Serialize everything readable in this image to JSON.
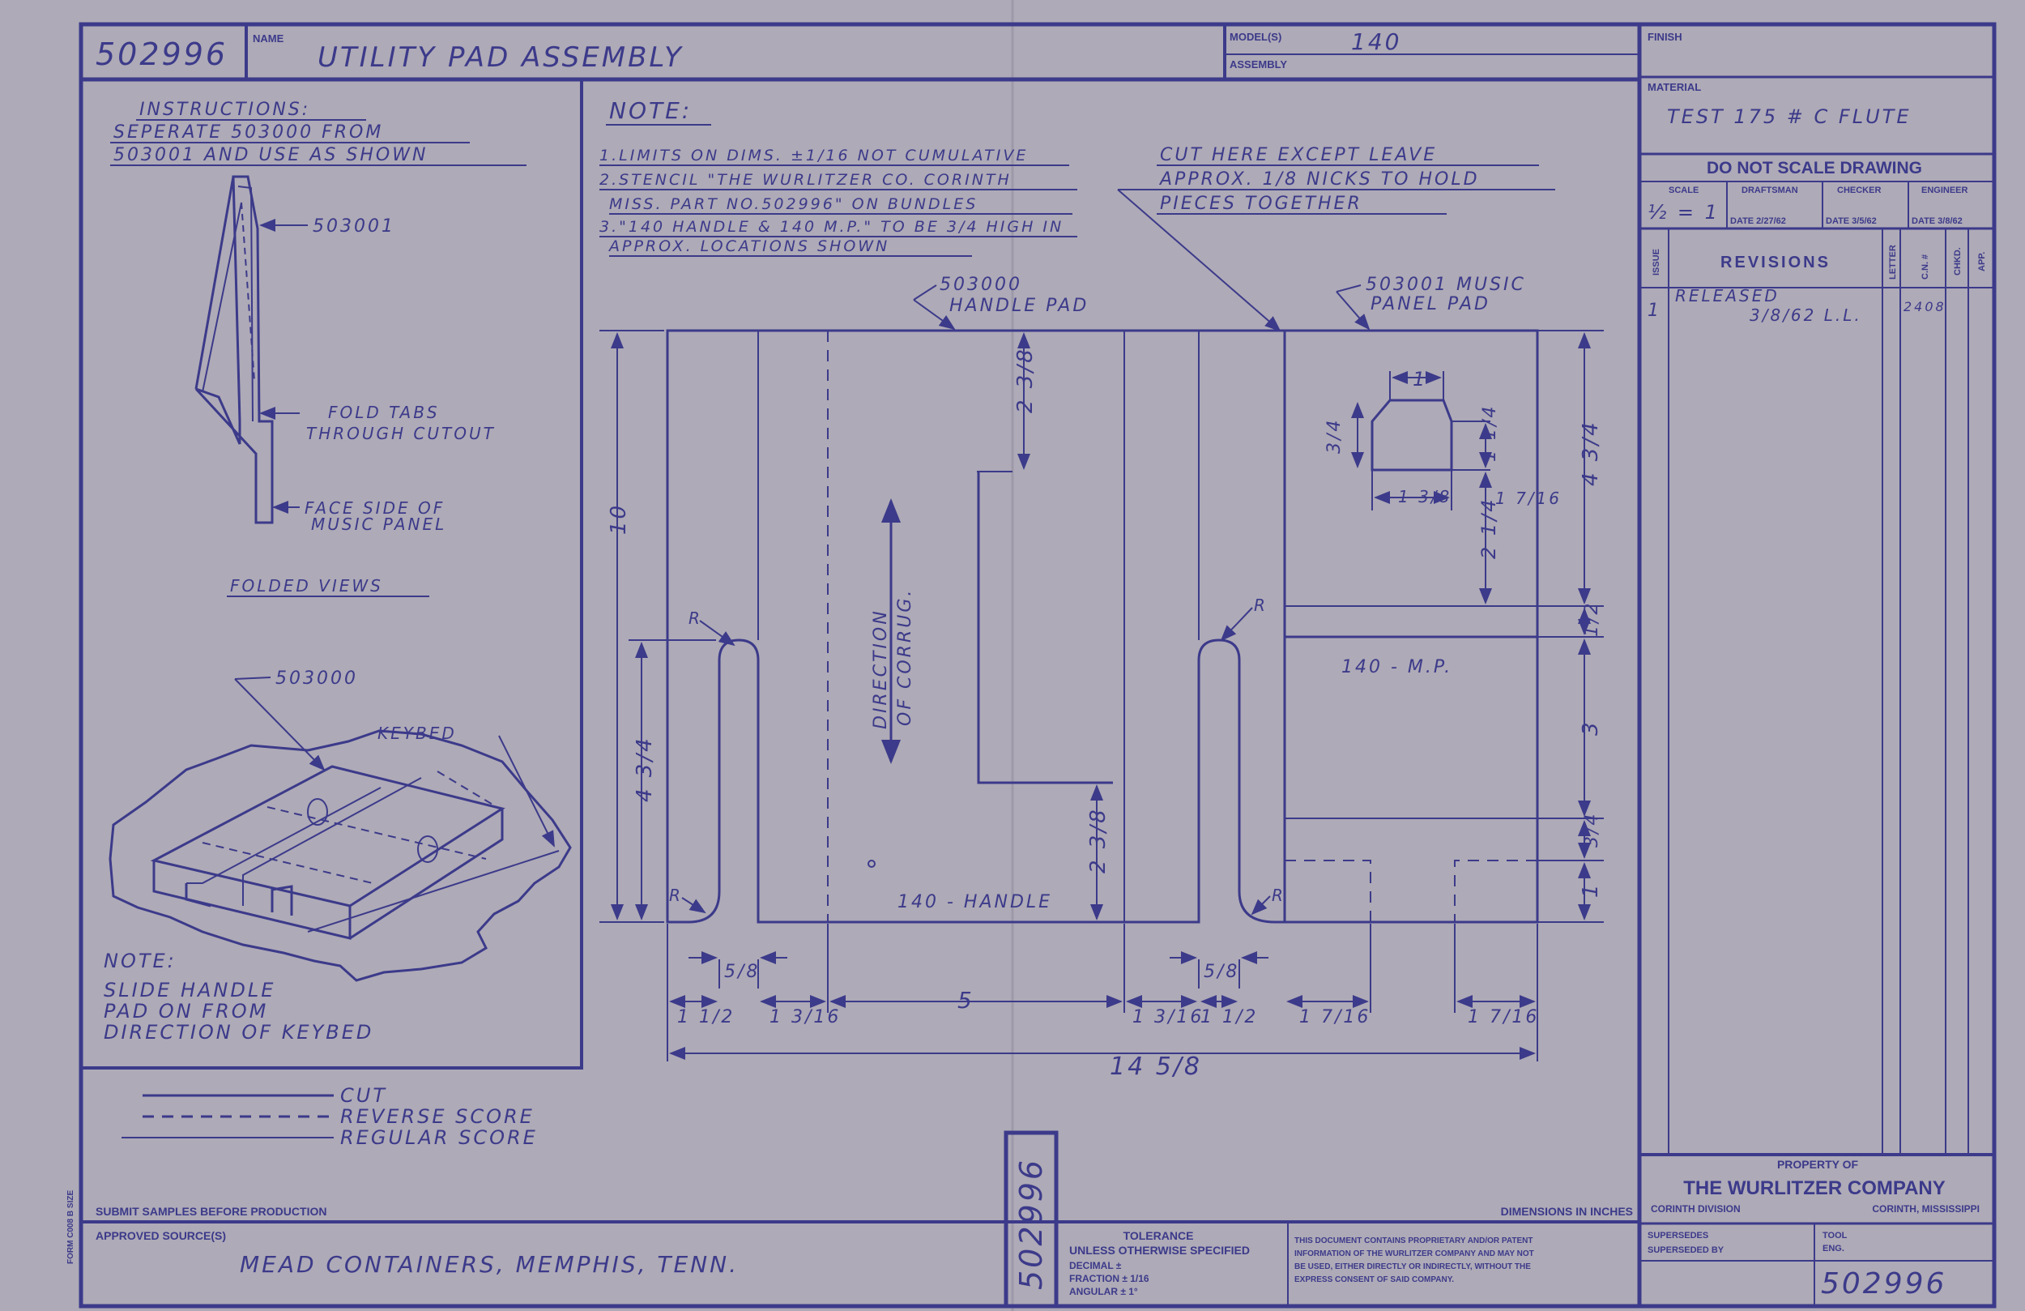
{
  "title_block": {
    "drawing_number": "502996",
    "name_label": "NAME",
    "name": "UTILITY PAD ASSEMBLY",
    "models_label": "MODEL(S)",
    "models": "140",
    "assembly_label": "ASSEMBLY",
    "finish_label": "FINISH",
    "material_label": "MATERIAL",
    "material": "TEST 175 # C FLUTE",
    "do_not_scale": "DO NOT SCALE DRAWING",
    "scale_label": "SCALE",
    "scale": "½ = 1",
    "draftsman_label": "DRAFTSMAN",
    "draftsman_date": "DATE 2/27/62",
    "checker_label": "CHECKER",
    "checker_date": "DATE 3/5/62",
    "engineer_label": "ENGINEER",
    "engineer_date": "DATE 3/8/62",
    "revisions_title": "REVISIONS",
    "issue_label": "ISSUE",
    "letter_label": "LETTER",
    "cn_label": "C.N. #",
    "chkd_label": "CHKD.",
    "app_label": "APP.",
    "revision_issue": "1",
    "revision_text": "RELEASED",
    "revision_date": "3/8/62 L.L.",
    "revision_cn": "2408",
    "property_of": "PROPERTY OF",
    "company": "THE WURLITZER COMPANY",
    "division": "CORINTH DIVISION",
    "location": "CORINTH, MISSISSIPPI",
    "supersedes_label": "SUPERSEDES",
    "superseded_by_label": "SUPERSEDED BY",
    "tool_label": "TOOL",
    "eng_label": "ENG.",
    "bottom_number": "502996",
    "submit_samples": "SUBMIT SAMPLES BEFORE PRODUCTION",
    "approved_sources_label": "APPROVED SOURCE(S)",
    "approved_source": "MEAD CONTAINERS, MEMPHIS, TENN.",
    "vertical_number": "502996",
    "form_label": "FORM C008 B SIZE",
    "dimensions_in_inches": "DIMENSIONS IN INCHES",
    "tolerance": "TOLERANCE",
    "tolerance_unless": "UNLESS OTHERWISE SPECIFIED",
    "tol_decimal": "DECIMAL ±",
    "tol_fraction": "FRACTION ± 1/16",
    "tol_angular": "ANGULAR ± 1°",
    "proprietary_1": "THIS DOCUMENT CONTAINS PROPRIETARY AND/OR PATENT",
    "proprietary_2": "INFORMATION OF THE WURLITZER COMPANY AND MAY NOT",
    "proprietary_3": "BE USED, EITHER DIRECTLY OR INDIRECTLY, WITHOUT THE",
    "proprietary_4": "EXPRESS CONSENT OF SAID COMPANY."
  },
  "instructions": {
    "heading": "INSTRUCTIONS:",
    "line1": "SEPERATE 503000 FROM",
    "line2": "503001 AND USE AS SHOWN",
    "part_503001": "503001",
    "fold_tabs_1": "FOLD TABS",
    "fold_tabs_2": "THROUGH CUTOUT",
    "face_side_1": "FACE SIDE OF",
    "face_side_2": "MUSIC PANEL",
    "folded_views": "FOLDED VIEWS",
    "part_503000": "503000",
    "keybed": "KEYBED",
    "note_heading": "NOTE:",
    "note_1": "SLIDE HANDLE",
    "note_2": "PAD ON FROM",
    "note_3": "DIRECTION OF KEYBED"
  },
  "legend": {
    "cut": "CUT",
    "reverse_score": "REVERSE SCORE",
    "regular_score": "REGULAR SCORE"
  },
  "notes": {
    "heading": "NOTE:",
    "line1": "1.LIMITS ON DIMS. ±1/16 NOT CUMULATIVE",
    "line2": "2.STENCIL \"THE WURLITZER CO. CORINTH",
    "line3": "MISS. PART NO.502996\" ON BUNDLES",
    "line4": "3.\"140 HANDLE & 140 M.P.\" TO BE 3/4 HIGH IN",
    "line5": "APPROX. LOCATIONS SHOWN",
    "cut_here_1": "CUT HERE EXCEPT LEAVE",
    "cut_here_2": "APPROX. 1/8 NICKS TO HOLD",
    "cut_here_3": "PIECES TOGETHER"
  },
  "main_view": {
    "handle_pad_1": "503000",
    "handle_pad_2": "HANDLE PAD",
    "music_pad_1": "503001 MUSIC",
    "music_pad_2": "PANEL PAD",
    "direction_1": "DIRECTION",
    "direction_2": "OF CORRUG.",
    "handle_label": "140 - HANDLE",
    "mp_label": "140 - M.P.",
    "radius_label": "R",
    "dim_10": "10",
    "dim_4_3_4": "4 3/4",
    "dim_2_3_8_top": "2 3/8",
    "dim_2_3_8_bottom": "2 3/8",
    "dim_1_top": "1",
    "dim_3_4_left": "3/4",
    "dim_1_1_4": "1 1/4",
    "dim_1_3_8": "1 3/8",
    "dim_1_7_16_inner": "1 7/16",
    "dim_2_1_4": "2 1/4",
    "dim_4_3_4_right": "4 3/4",
    "dim_1_2_right": "1/2",
    "dim_3": "3",
    "dim_3_4_right": "3/4",
    "dim_1_right": "1",
    "dim_5_8_left": "5/8",
    "dim_5_8_right": "5/8",
    "dim_1_1_2_a": "1 1/2",
    "dim_1_3_16_a": "1 3/16",
    "dim_5": "5",
    "dim_1_3_16_b": "1 3/16",
    "dim_1_1_2_b": "1 1/2",
    "dim_1_7_16_a": "1 7/16",
    "dim_1_7_16_b": "1 7/16",
    "dim_14_5_8": "14 5/8"
  },
  "colors": {
    "paper": "#aeaab7",
    "ink": "#3c3a8a"
  }
}
